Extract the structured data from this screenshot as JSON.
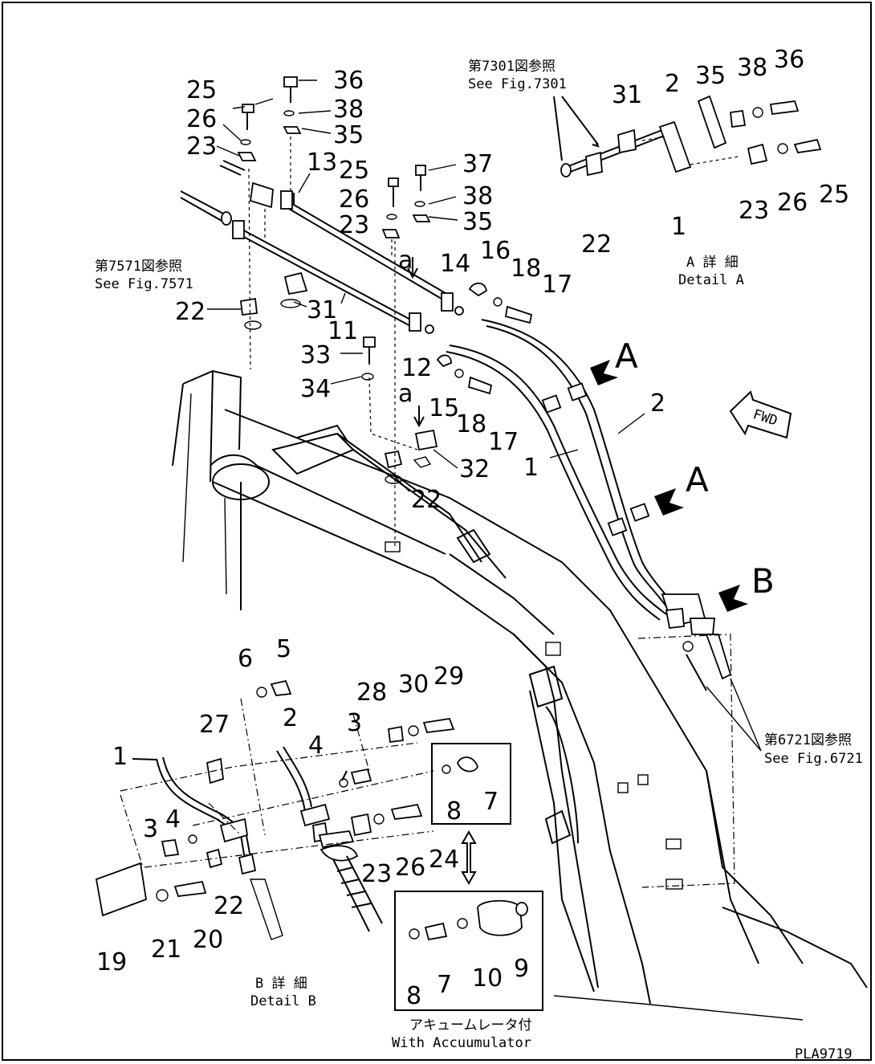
{
  "drawing_code": "PLA9719",
  "callouts": [
    {
      "id": "c25a",
      "text": "25"
    },
    {
      "id": "c26a",
      "text": "26"
    },
    {
      "id": "c23a",
      "text": "23"
    },
    {
      "id": "c36a",
      "text": "36"
    },
    {
      "id": "c38a",
      "text": "38"
    },
    {
      "id": "c35a",
      "text": "35"
    },
    {
      "id": "c13",
      "text": "13"
    },
    {
      "id": "c25b",
      "text": "25"
    },
    {
      "id": "c26b",
      "text": "26"
    },
    {
      "id": "c23b",
      "text": "23"
    },
    {
      "id": "c37",
      "text": "37"
    },
    {
      "id": "c38b",
      "text": "38"
    },
    {
      "id": "c35b",
      "text": "35"
    },
    {
      "id": "ca1",
      "text": "a"
    },
    {
      "id": "c14",
      "text": "14"
    },
    {
      "id": "c16",
      "text": "16"
    },
    {
      "id": "c18a",
      "text": "18"
    },
    {
      "id": "c17a",
      "text": "17"
    },
    {
      "id": "c22a",
      "text": "22"
    },
    {
      "id": "c31a",
      "text": "31"
    },
    {
      "id": "c11",
      "text": "11"
    },
    {
      "id": "c33",
      "text": "33"
    },
    {
      "id": "c12",
      "text": "12"
    },
    {
      "id": "c34",
      "text": "34"
    },
    {
      "id": "ca2",
      "text": "a"
    },
    {
      "id": "c15",
      "text": "15"
    },
    {
      "id": "c18b",
      "text": "18"
    },
    {
      "id": "c17b",
      "text": "17"
    },
    {
      "id": "c32",
      "text": "32"
    },
    {
      "id": "c22b",
      "text": "22"
    },
    {
      "id": "cA1",
      "text": "A"
    },
    {
      "id": "c2a",
      "text": "2"
    },
    {
      "id": "c1a",
      "text": "1"
    },
    {
      "id": "cA2",
      "text": "A"
    },
    {
      "id": "cB",
      "text": "B"
    },
    {
      "id": "c31b",
      "text": "31"
    },
    {
      "id": "c2b",
      "text": "2"
    },
    {
      "id": "c35c",
      "text": "35"
    },
    {
      "id": "c38c",
      "text": "38"
    },
    {
      "id": "c36b",
      "text": "36"
    },
    {
      "id": "c22c",
      "text": "22"
    },
    {
      "id": "c1b",
      "text": "1"
    },
    {
      "id": "c23c",
      "text": "23"
    },
    {
      "id": "c26c",
      "text": "26"
    },
    {
      "id": "c25c",
      "text": "25"
    },
    {
      "id": "c6",
      "text": "6"
    },
    {
      "id": "c5",
      "text": "5"
    },
    {
      "id": "c28",
      "text": "28"
    },
    {
      "id": "c30",
      "text": "30"
    },
    {
      "id": "c29",
      "text": "29"
    },
    {
      "id": "c27",
      "text": "27"
    },
    {
      "id": "c2c",
      "text": "2"
    },
    {
      "id": "c3a",
      "text": "3"
    },
    {
      "id": "c1c",
      "text": "1"
    },
    {
      "id": "c4a",
      "text": "4"
    },
    {
      "id": "c4b",
      "text": "4"
    },
    {
      "id": "c3b",
      "text": "3"
    },
    {
      "id": "c8a",
      "text": "8"
    },
    {
      "id": "c7a",
      "text": "7"
    },
    {
      "id": "c23d",
      "text": "23"
    },
    {
      "id": "c26d",
      "text": "26"
    },
    {
      "id": "c24",
      "text": "24"
    },
    {
      "id": "c22d",
      "text": "22"
    },
    {
      "id": "c19",
      "text": "19"
    },
    {
      "id": "c21",
      "text": "21"
    },
    {
      "id": "c20",
      "text": "20"
    },
    {
      "id": "c8b",
      "text": "8"
    },
    {
      "id": "c7b",
      "text": "7"
    },
    {
      "id": "c10",
      "text": "10"
    },
    {
      "id": "c9",
      "text": "9"
    }
  ],
  "notes": {
    "ref7301_jp": "第7301図参照",
    "ref7301_en": "See Fig.7301",
    "ref7571_jp": "第7571図参照",
    "ref7571_en": "See Fig.7571",
    "ref6721_jp": "第6721図参照",
    "ref6721_en": "See Fig.6721",
    "detailA_jp": "A 詳 細",
    "detailA_en": "Detail A",
    "detailB_jp": "B 詳 細",
    "detailB_en": "Detail B",
    "accum_jp": "アキュームレータ付",
    "accum_en": "With Accuumulator",
    "fwd": "FWD"
  }
}
